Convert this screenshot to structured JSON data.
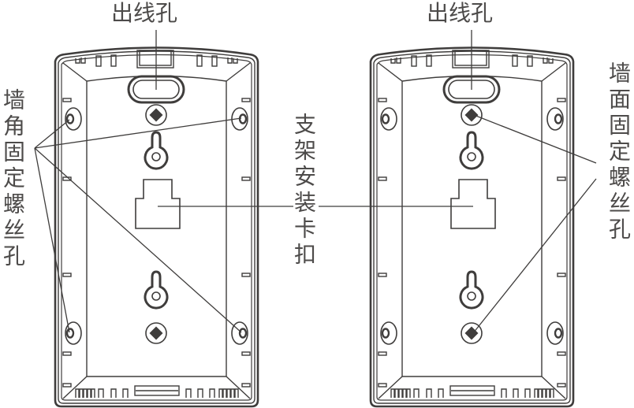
{
  "diagram": {
    "title": "",
    "colors": {
      "stroke": "#3f3d3c",
      "text": "#4d4b4a",
      "background": "#ffffff"
    },
    "panels": [
      {
        "id": "left",
        "view": "wall-corner mounting",
        "top_label": "出线孔"
      },
      {
        "id": "right",
        "view": "wall-surface mounting",
        "top_label": "出线孔"
      }
    ],
    "labels": {
      "cable_hole_left": "出线孔",
      "cable_hole_right": "出线孔",
      "corner_screw_holes": "墙角固定螺丝孔",
      "bracket_clip": "支架安装卡扣",
      "wall_screw_holes": "墙面固定螺丝孔"
    },
    "callouts": [
      {
        "label": "出线孔",
        "target": "top cable outlet slot (left panel)"
      },
      {
        "label": "出线孔",
        "target": "top cable outlet slot (right panel)"
      },
      {
        "label": "墙角固定螺丝孔",
        "target": "4 side screw holes (left panel)"
      },
      {
        "label": "支架安装卡扣",
        "target": "bracket mounting clips (both panels)"
      },
      {
        "label": "墙面固定螺丝孔",
        "target": "2 center screw holes (right panel)"
      }
    ]
  }
}
